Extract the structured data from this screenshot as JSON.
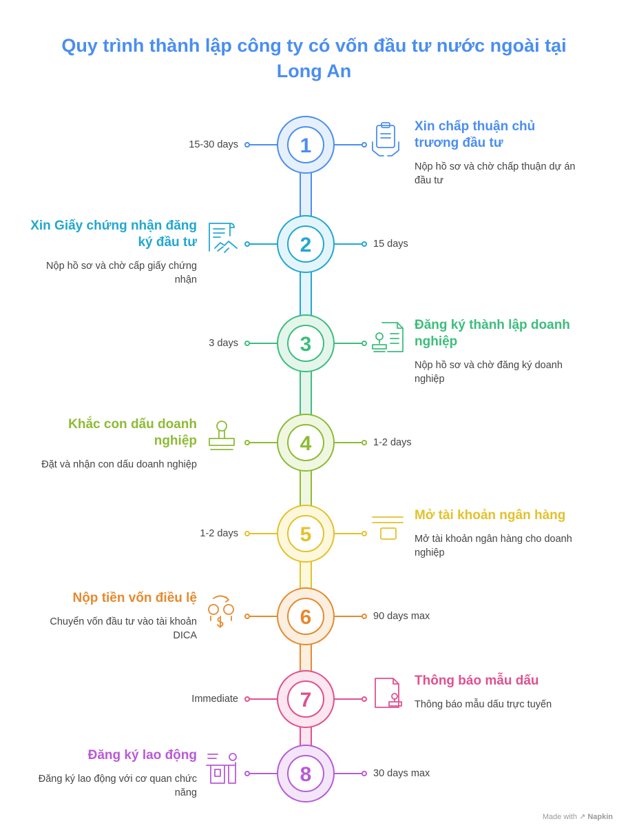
{
  "title_lines": [
    "Quy trình thành lập công ty có vốn đầu tư nước ngoài tại",
    "Long An"
  ],
  "steps": [
    {
      "number": "1",
      "title_lines": [
        "Xin chấp thuận chủ",
        "trương đầu tư"
      ],
      "desc_lines": [
        "Nộp hồ sơ và chờ chấp thuận dự án",
        "đầu tư"
      ],
      "duration": "15-30 days",
      "side": "right",
      "color": "#4a8ef0",
      "fill": "#e6f0fc",
      "icon": "clipboard-hand-icon"
    },
    {
      "number": "2",
      "title_lines": [
        "Xin Giấy chứng nhận đăng",
        "ký đầu tư"
      ],
      "desc_lines": [
        "Nộp hồ sơ và chờ cấp giấy chứng",
        "nhận"
      ],
      "duration": "15 days",
      "side": "left",
      "color": "#22a7d0",
      "fill": "#e3f5fa",
      "icon": "certificate-handshake-icon"
    },
    {
      "number": "3",
      "title_lines": [
        "Đăng ký thành lập doanh",
        "nghiệp"
      ],
      "desc_lines": [
        "Nộp hồ sơ và chờ đăng ký doanh",
        "nghiệp"
      ],
      "duration": "3 days",
      "side": "right",
      "color": "#3dbd7d",
      "fill": "#e4f6ec",
      "icon": "document-stamp-icon"
    },
    {
      "number": "4",
      "title_lines": [
        "Khắc con dấu doanh",
        "nghiệp"
      ],
      "desc_lines": [
        "Đặt và nhận con dấu doanh nghiệp"
      ],
      "duration": "1-2 days",
      "side": "left",
      "color": "#8dbb35",
      "fill": "#f0f7e1",
      "icon": "stamp-icon"
    },
    {
      "number": "5",
      "title_lines": [
        "Mở tài khoản ngân hàng"
      ],
      "desc_lines": [
        "Mở tài khoản ngân hàng cho doanh",
        "nghiệp"
      ],
      "duration": "1-2 days",
      "side": "right",
      "color": "#e3c12b",
      "fill": "#fdf8dc",
      "icon": "bank-account-icon"
    },
    {
      "number": "6",
      "title_lines": [
        "Nộp tiền vốn điều lệ"
      ],
      "desc_lines": [
        "Chuyển vốn đầu tư vào tài khoản",
        "DICA"
      ],
      "duration": "90 days max",
      "side": "left",
      "color": "#e58a2e",
      "fill": "#fcefe0",
      "icon": "money-transfer-icon"
    },
    {
      "number": "7",
      "title_lines": [
        "Thông báo mẫu dấu"
      ],
      "desc_lines": [
        "Thông báo mẫu dấu trực tuyến"
      ],
      "duration": "Immediate",
      "side": "right",
      "color": "#e0508f",
      "fill": "#fce6f0",
      "icon": "document-seal-icon"
    },
    {
      "number": "8",
      "title_lines": [
        "Đăng ký lao động"
      ],
      "desc_lines": [
        "Đăng ký lao động với cơ quan chức",
        "năng"
      ],
      "duration": "30 days max",
      "side": "left",
      "color": "#b85ad6",
      "fill": "#f4e6fa",
      "icon": "worker-desk-icon"
    }
  ],
  "footer": {
    "made_with": "Made with",
    "brand": "Napkin"
  }
}
